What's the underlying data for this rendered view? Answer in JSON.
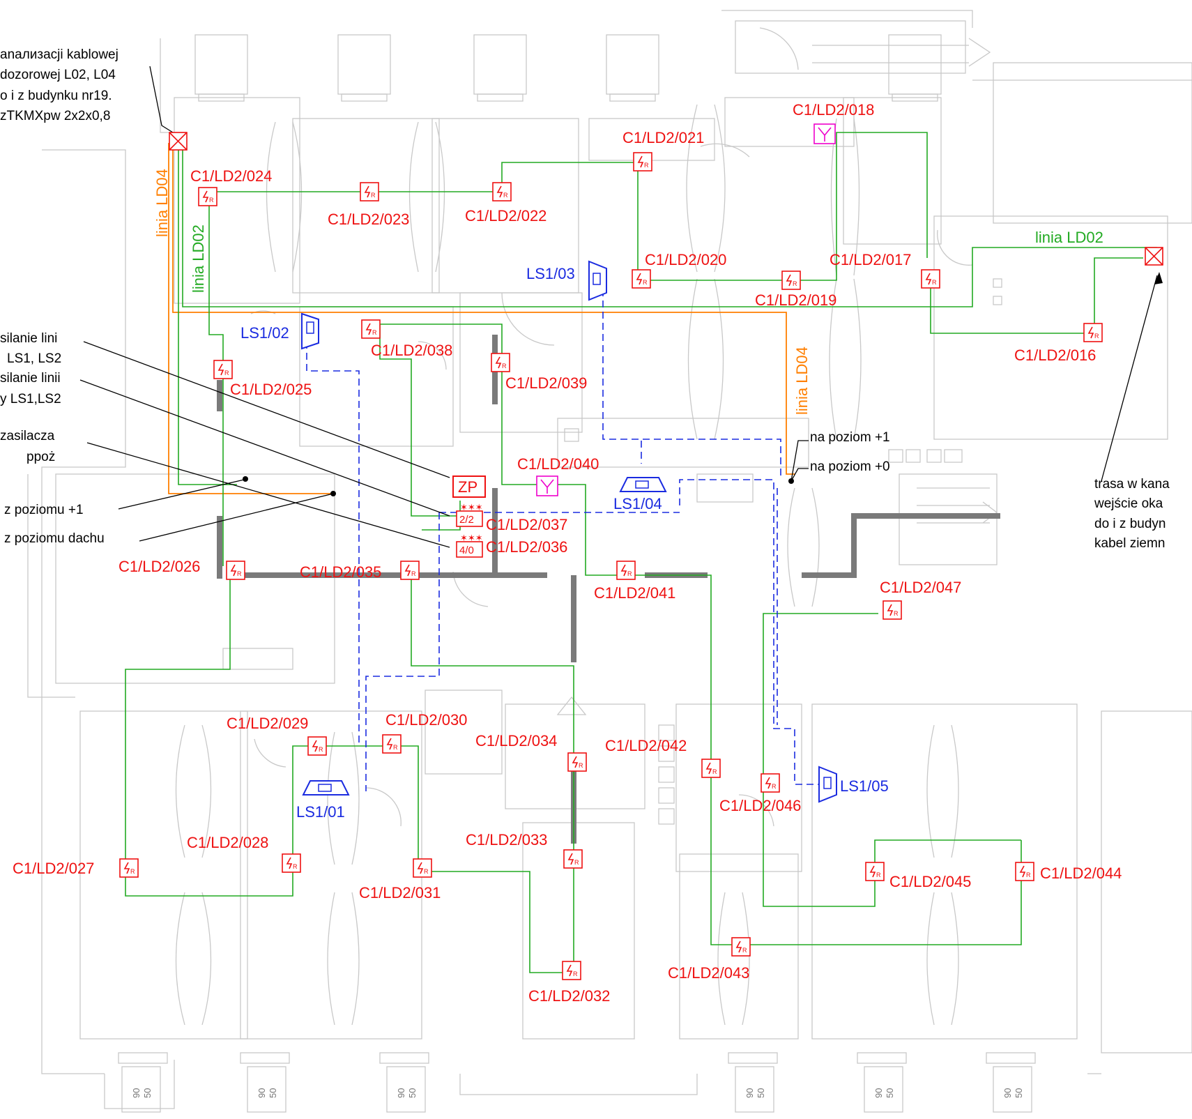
{
  "colors": {
    "detector": "#ee1111",
    "loop_green": "#22aa22",
    "line_orange": "#ff7f00",
    "siren_blue": "#1a2be0",
    "wall": "#c8c8c8",
    "wall_thick": "#7a7a7a",
    "antenna": "#ee00cc"
  },
  "detectors": [
    {
      "id": "C1/LD2/016",
      "type": "detector-icon"
    },
    {
      "id": "C1/LD2/017",
      "type": "detector-icon"
    },
    {
      "id": "C1/LD2/018",
      "type": "antenna-icon"
    },
    {
      "id": "C1/LD2/019",
      "type": "detector-icon"
    },
    {
      "id": "C1/LD2/020",
      "type": "detector-icon"
    },
    {
      "id": "C1/LD2/021",
      "type": "detector-icon"
    },
    {
      "id": "C1/LD2/022",
      "type": "detector-icon"
    },
    {
      "id": "C1/LD2/023",
      "type": "detector-icon"
    },
    {
      "id": "C1/LD2/024",
      "type": "detector-icon"
    },
    {
      "id": "C1/LD2/025",
      "type": "detector-icon"
    },
    {
      "id": "C1/LD2/026",
      "type": "detector-icon"
    },
    {
      "id": "C1/LD2/027",
      "type": "detector-icon"
    },
    {
      "id": "C1/LD2/028",
      "type": "detector-icon"
    },
    {
      "id": "C1/LD2/029",
      "type": "detector-icon"
    },
    {
      "id": "C1/LD2/030",
      "type": "detector-icon"
    },
    {
      "id": "C1/LD2/031",
      "type": "detector-icon"
    },
    {
      "id": "C1/LD2/032",
      "type": "detector-icon"
    },
    {
      "id": "C1/LD2/033",
      "type": "detector-icon"
    },
    {
      "id": "C1/LD2/034",
      "type": "detector-icon"
    },
    {
      "id": "C1/LD2/035",
      "type": "detector-icon"
    },
    {
      "id": "C1/LD2/036",
      "type": "module-icon"
    },
    {
      "id": "C1/LD2/037",
      "type": "module-icon"
    },
    {
      "id": "C1/LD2/038",
      "type": "detector-icon"
    },
    {
      "id": "C1/LD2/039",
      "type": "detector-icon"
    },
    {
      "id": "C1/LD2/040",
      "type": "antenna-icon"
    },
    {
      "id": "C1/LD2/041",
      "type": "detector-icon"
    },
    {
      "id": "C1/LD2/042",
      "type": "detector-icon"
    },
    {
      "id": "C1/LD2/043",
      "type": "detector-icon"
    },
    {
      "id": "C1/LD2/044",
      "type": "detector-icon"
    },
    {
      "id": "C1/LD2/045",
      "type": "detector-icon"
    },
    {
      "id": "C1/LD2/046",
      "type": "detector-icon"
    },
    {
      "id": "C1/LD2/047",
      "type": "detector-icon"
    }
  ],
  "sirens": [
    "LS1/01",
    "LS1/02",
    "LS1/03",
    "LS1/04",
    "LS1/05"
  ],
  "module_labels": {
    "m036": "4/0",
    "m037": "2/2"
  },
  "zp_label": "ZP",
  "line_labels": {
    "ld04_left": "linia LD04",
    "ld02_left": "linia LD02",
    "ld02_right": "linia LD02",
    "ld04_right": "linia LD04"
  },
  "level_notes": {
    "up": "na poziom +1",
    "down": "na poziom +0"
  },
  "notes": {
    "top_left": [
      "anализacji kablowej",
      "dozorowej L02, L04",
      "o i z budynku nr19.",
      "zTKMXpw 2x2x0,8"
    ],
    "power_1": [
      "silanie lini",
      "LS1, LS2"
    ],
    "power_2": [
      "silanie linii",
      "y LS1,LS2"
    ],
    "psu": [
      "zasilacza",
      "ppoż"
    ],
    "from_level": "z poziomu +1",
    "from_roof": "z poziomu dachu",
    "right": [
      "trasa w kana",
      "wejście oka",
      "do i z budyn",
      "kabel ziemn"
    ]
  },
  "window_marks": [
    "90",
    "50"
  ]
}
